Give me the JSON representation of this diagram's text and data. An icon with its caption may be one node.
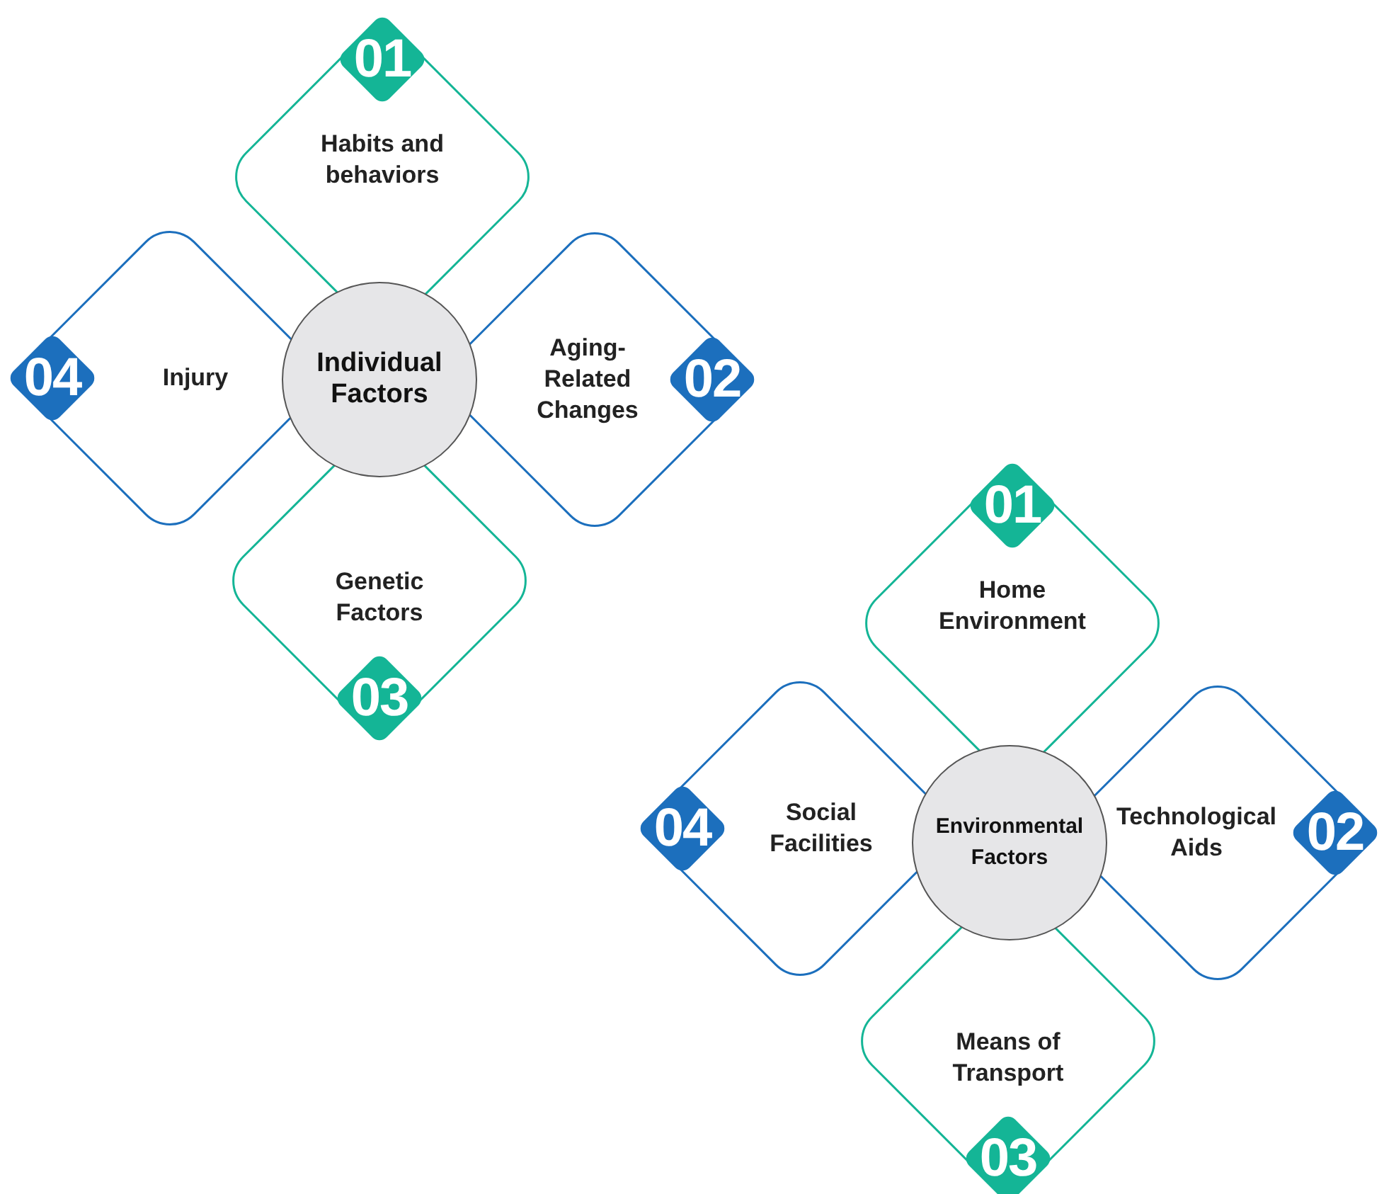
{
  "diagram": {
    "nodes": [
      {
        "text": [
          "Individual Factors"
        ]
      },
      {
        "text": [
          "01",
          "Habits and behaviors"
        ]
      },
      {
        "text": [
          "Aging-Related Changes",
          "02"
        ]
      },
      {
        "text": [
          "Genetic Factors",
          "03"
        ]
      },
      {
        "text": [
          "04",
          "Injury"
        ]
      },
      {
        "text": [
          "Environmental Factors"
        ]
      },
      {
        "text": [
          "01",
          "Home Environment"
        ]
      },
      {
        "text": [
          "Technological Aids",
          "02"
        ]
      },
      {
        "text": [
          "Means of Transport",
          "03"
        ]
      },
      {
        "text": [
          "04",
          "Social Facilities"
        ]
      }
    ]
  }
}
